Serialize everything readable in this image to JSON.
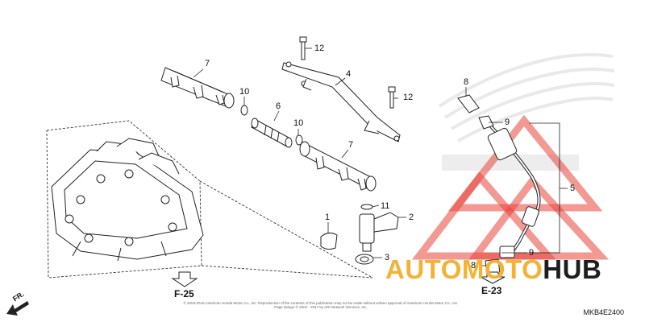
{
  "callouts": [
    {
      "id": "c7a",
      "text": "7"
    },
    {
      "id": "c12a",
      "text": "12"
    },
    {
      "id": "c4",
      "text": "4"
    },
    {
      "id": "c10a",
      "text": "10"
    },
    {
      "id": "c12b",
      "text": "12"
    },
    {
      "id": "c8a",
      "text": "8"
    },
    {
      "id": "c6",
      "text": "6"
    },
    {
      "id": "c10b",
      "text": "10"
    },
    {
      "id": "c9a",
      "text": "9"
    },
    {
      "id": "c7b",
      "text": "7"
    },
    {
      "id": "c5",
      "text": "5"
    },
    {
      "id": "c11",
      "text": "11"
    },
    {
      "id": "c1",
      "text": "1"
    },
    {
      "id": "c2",
      "text": "2"
    },
    {
      "id": "c3",
      "text": "3"
    },
    {
      "id": "c9b",
      "text": "9"
    },
    {
      "id": "c8b",
      "text": "8"
    }
  ],
  "references": {
    "f25": "F-25",
    "e23": "E-23"
  },
  "direction_label": "FR.",
  "diagram_code": "MKB4E2400",
  "watermark": {
    "part1": "AUTO",
    "part2": "MOTO",
    "part3": "HUB",
    "color_accent": "#f4b233",
    "color_dark": "#1e1e1e",
    "triangle_color": "#e8453c"
  },
  "fine_print": {
    "line1": "© 2003-2016 American Honda Motor Co., Inc. Reproduction of the contents of this publication may not be made without written approval of American Honda Motor Co., Inc.",
    "line2": "Page design © 2004 - 2017 by ARI Network Services, Inc."
  }
}
